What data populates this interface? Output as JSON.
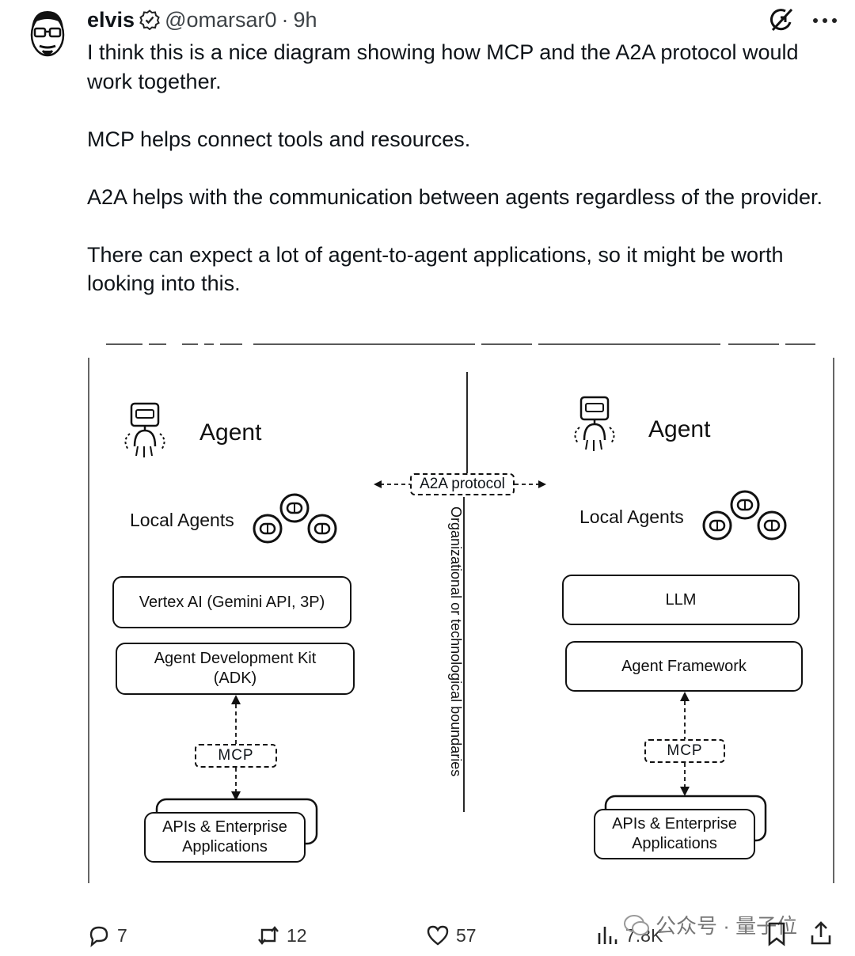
{
  "tweet": {
    "author_name": "elvis",
    "handle": "@omarsar0",
    "separator": "·",
    "time": "9h",
    "paragraphs": [
      "I think this is a nice diagram showing how MCP and the A2A protocol would work together.",
      "MCP helps connect tools and resources.",
      "A2A helps with the communication between agents regardless of the provider.",
      "There can expect a lot of agent-to-agent applications, so it might be worth looking into this."
    ]
  },
  "diagram": {
    "left": {
      "agent_label": "Agent",
      "local_agents_label": "Local Agents",
      "model_box": "Vertex AI (Gemini API, 3P)",
      "framework_box_line1": "Agent Development Kit",
      "framework_box_line2": "(ADK)",
      "mcp_label": "MCP",
      "apis_line1": "APIs & Enterprise",
      "apis_line2": "Applications"
    },
    "right": {
      "agent_label": "Agent",
      "local_agents_label": "Local Agents",
      "model_box": "LLM",
      "framework_box": "Agent Framework",
      "mcp_label": "MCP",
      "apis_line1": "APIs & Enterprise",
      "apis_line2": "Applications"
    },
    "a2a_label": "A2A protocol",
    "boundary_label": "Organizational or technological boundaries"
  },
  "actions": {
    "replies": "7",
    "reposts": "12",
    "likes": "57",
    "views": "7.8K"
  },
  "watermark": {
    "text": "公众号 · 量子位"
  },
  "icons": {
    "verified": "verified-badge-icon",
    "grok": "grok-icon",
    "more": "more-icon",
    "reply": "reply-icon",
    "repost": "repost-icon",
    "like": "heart-icon",
    "views": "views-icon",
    "bookmark": "bookmark-icon",
    "share": "share-icon"
  }
}
